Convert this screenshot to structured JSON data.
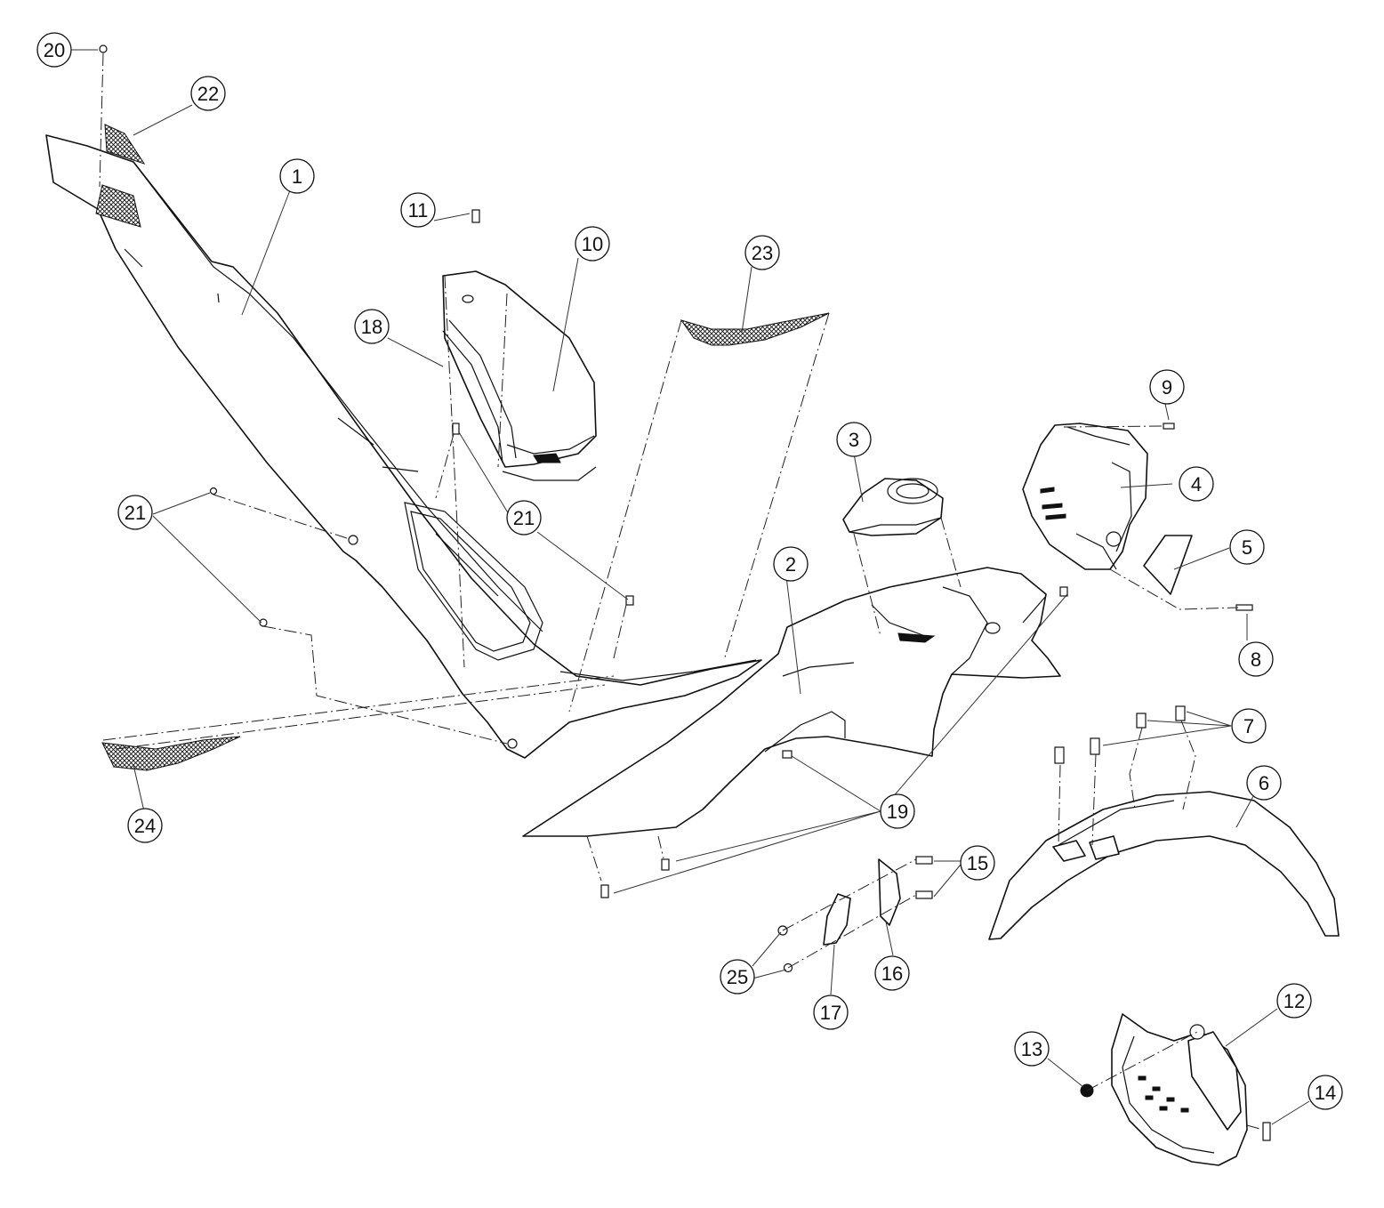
{
  "callouts": [
    {
      "id": "c1",
      "label": "1"
    },
    {
      "id": "c2",
      "label": "2"
    },
    {
      "id": "c3",
      "label": "3"
    },
    {
      "id": "c4",
      "label": "4"
    },
    {
      "id": "c5",
      "label": "5"
    },
    {
      "id": "c6",
      "label": "6"
    },
    {
      "id": "c7",
      "label": "7"
    },
    {
      "id": "c8",
      "label": "8"
    },
    {
      "id": "c9",
      "label": "9"
    },
    {
      "id": "c10",
      "label": "10"
    },
    {
      "id": "c11",
      "label": "11"
    },
    {
      "id": "c12",
      "label": "12"
    },
    {
      "id": "c13",
      "label": "13"
    },
    {
      "id": "c14",
      "label": "14"
    },
    {
      "id": "c15",
      "label": "15"
    },
    {
      "id": "c16",
      "label": "16"
    },
    {
      "id": "c17",
      "label": "17"
    },
    {
      "id": "c18",
      "label": "18"
    },
    {
      "id": "c19",
      "label": "19"
    },
    {
      "id": "c20",
      "label": "20"
    },
    {
      "id": "c21a",
      "label": "21"
    },
    {
      "id": "c21b",
      "label": "21"
    },
    {
      "id": "c22",
      "label": "22"
    },
    {
      "id": "c23",
      "label": "23"
    },
    {
      "id": "c24",
      "label": "24"
    },
    {
      "id": "c25",
      "label": "25"
    }
  ]
}
